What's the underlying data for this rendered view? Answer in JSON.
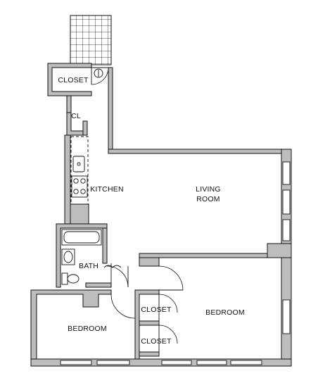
{
  "floorplan": {
    "rooms": [
      {
        "id": "closet-entry",
        "label": "CLOSET"
      },
      {
        "id": "cl",
        "label": "CL"
      },
      {
        "id": "kitchen",
        "label": "KITCHEN"
      },
      {
        "id": "living-room",
        "label_line1": "LIVING",
        "label_line2": "ROOM"
      },
      {
        "id": "bath",
        "label": "BATH"
      },
      {
        "id": "bedroom-left",
        "label": "BEDROOM"
      },
      {
        "id": "closet-upper",
        "label": "CLOSET"
      },
      {
        "id": "closet-lower",
        "label": "CLOSET"
      },
      {
        "id": "bedroom-right",
        "label": "BEDROOM"
      }
    ]
  },
  "colors": {
    "wall": "#111111",
    "wall_fill": "#bdbdbd",
    "background": "#ffffff"
  }
}
